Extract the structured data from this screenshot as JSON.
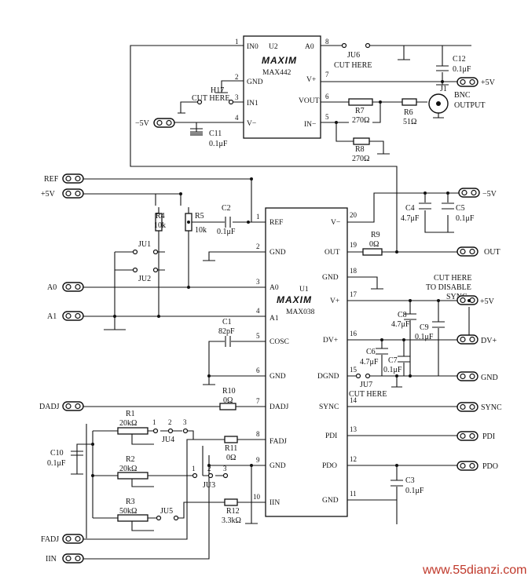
{
  "u2": {
    "ref": "U2",
    "part": "MAX442",
    "logo": "MAXIM",
    "pins": [
      {
        "num": "1",
        "name": "IN0"
      },
      {
        "num": "2",
        "name": "GND"
      },
      {
        "num": "3",
        "name": "IN1"
      },
      {
        "num": "4",
        "name": "V−"
      },
      {
        "num": "8",
        "name": "A0"
      },
      {
        "num": "7",
        "name": "V+"
      },
      {
        "num": "6",
        "name": "VOUT"
      },
      {
        "num": "5",
        "name": "IN−"
      }
    ]
  },
  "u1": {
    "ref": "U1",
    "part": "MAX038",
    "logo": "MAXIM",
    "pins_left": [
      {
        "num": "1",
        "name": "REF"
      },
      {
        "num": "2",
        "name": "GND"
      },
      {
        "num": "3",
        "name": "A0"
      },
      {
        "num": "4",
        "name": "A1"
      },
      {
        "num": "5",
        "name": "COSC"
      },
      {
        "num": "6",
        "name": "GND"
      },
      {
        "num": "7",
        "name": "DADJ"
      },
      {
        "num": "8",
        "name": "FADJ"
      },
      {
        "num": "9",
        "name": "GND"
      },
      {
        "num": "10",
        "name": "IIN"
      }
    ],
    "pins_right": [
      {
        "num": "20",
        "name": "V−"
      },
      {
        "num": "19",
        "name": "OUT"
      },
      {
        "num": "18",
        "name": "GND"
      },
      {
        "num": "17",
        "name": "V+"
      },
      {
        "num": "16",
        "name": "DV+"
      },
      {
        "num": "15",
        "name": "DGND"
      },
      {
        "num": "14",
        "name": "SYNC"
      },
      {
        "num": "13",
        "name": "PDI"
      },
      {
        "num": "12",
        "name": "PDO"
      },
      {
        "num": "11",
        "name": "GND"
      }
    ]
  },
  "components": {
    "c1": {
      "name": "C1",
      "value": "82pF"
    },
    "c2": {
      "name": "C2",
      "value": "0.1μF"
    },
    "c3": {
      "name": "C3",
      "value": "0.1μF"
    },
    "c4": {
      "name": "C4",
      "value": "4.7μF"
    },
    "c5": {
      "name": "C5",
      "value": "0.1μF"
    },
    "c6": {
      "name": "C6",
      "value": "4.7μF"
    },
    "c7": {
      "name": "C7",
      "value": "0.1μF"
    },
    "c8": {
      "name": "C8",
      "value": "4.7μF"
    },
    "c9": {
      "name": "C9",
      "value": "0.1μF"
    },
    "c10": {
      "name": "C10",
      "value": "0.1μF"
    },
    "c11": {
      "name": "C11",
      "value": "0.1μF"
    },
    "c12": {
      "name": "C12",
      "value": "0.1μF"
    },
    "r1": {
      "name": "R1",
      "value": "20kΩ"
    },
    "r2": {
      "name": "R2",
      "value": "20kΩ"
    },
    "r3": {
      "name": "R3",
      "value": "50kΩ"
    },
    "r4": {
      "name": "R4",
      "value": "10k"
    },
    "r5": {
      "name": "R5",
      "value": "10k"
    },
    "r6": {
      "name": "R6",
      "value": "51Ω"
    },
    "r7": {
      "name": "R7",
      "value": "270Ω"
    },
    "r8": {
      "name": "R8",
      "value": "270Ω"
    },
    "r9": {
      "name": "R9",
      "value": "0Ω"
    },
    "r10": {
      "name": "R10",
      "value": "0Ω"
    },
    "r11": {
      "name": "R11",
      "value": "0Ω"
    },
    "r12": {
      "name": "R12",
      "value": "3.3kΩ"
    },
    "j1": {
      "name": "J1",
      "value": "BNC",
      "sub": "OUTPUT"
    }
  },
  "jumpers": {
    "ju1": "JU1",
    "ju2": "JU2",
    "ju3": "JU3",
    "ju4": "JU4",
    "ju5": "JU5",
    "ju6": "JU6",
    "ju7": "JU7",
    "h17": "H17",
    "cut_here": "CUT HERE",
    "cut_disable_1": "CUT HERE",
    "cut_disable_2": "TO DISABLE",
    "cut_disable_3": "SYNC",
    "positions": [
      "1",
      "2",
      "3"
    ]
  },
  "terminals": {
    "ref": "REF",
    "p5v": "+5V",
    "a0": "A0",
    "a1": "A1",
    "dadj": "DADJ",
    "fadj": "FADJ",
    "iin": "IIN",
    "m5v_top": "−5V",
    "p5v_top": "+5V",
    "m5v_right": "−5V",
    "out": "OUT",
    "p5v_right": "+5V",
    "dvp": "DV+",
    "gnd": "GND",
    "sync": "SYNC",
    "pdi": "PDI",
    "pdo": "PDO"
  },
  "watermark": "www.55dianzi.com"
}
